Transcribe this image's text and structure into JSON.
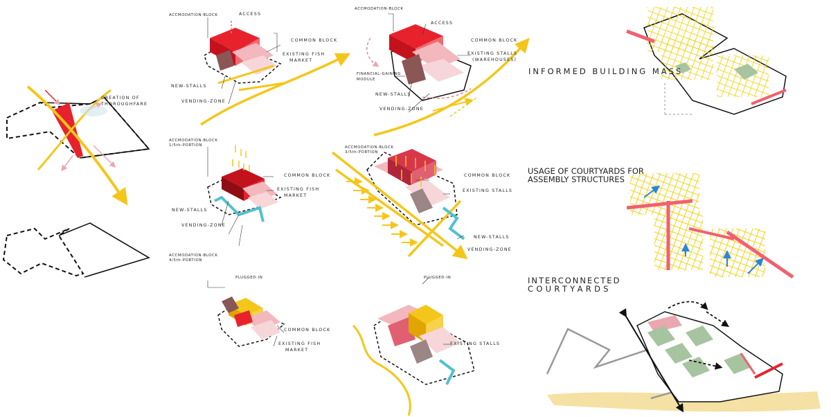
{
  "site": {
    "label_line1": "CREATION OF",
    "label_line2": "THOROUGHFARE"
  },
  "panel_top_left": {
    "accomodation": "ACCMODATION-BLOCK",
    "access": "ACCESS",
    "common": "COMMON BLOCK",
    "fish_line1": "EXISTING FISH",
    "fish_line2": "MARKET",
    "stalls": "NEW-STALLS",
    "vending": "VENDING-ZONE"
  },
  "panel_top_right": {
    "accomodation": "ACCMODATION-BLOCK",
    "access": "ACCESS",
    "common": "COMMON BLOCK",
    "stalls_line1": "EXISTING STALLS",
    "stalls_line2": "(WAREHOUSES)",
    "financial_line1": "FINANCIAL-GAINING",
    "financial_line2": "MODULE",
    "new_stalls": "NEW-STALLS",
    "vending": "VENDING-ZONE"
  },
  "panel_mid_left": {
    "accomodation": "ACCMODATION-BLOCK",
    "portion": "1/5th-PORTION",
    "common": "COMMON BLOCK",
    "fish_line1": "EXISTING FISH",
    "fish_line2": "MARKET",
    "stalls": "NEW-STALLS",
    "vending": "VENDING-ZONE"
  },
  "panel_mid_right": {
    "accomodation": "ACCMODATION-BLOCK",
    "portion": "3/5th-PORTION",
    "common": "COMMON BLOCK",
    "stalls": "EXISTING STALLS",
    "new_stalls": "NEW-STALLS",
    "vending": "VENDING-ZONE"
  },
  "panel_bot_left": {
    "accomodation": "ACCMODATION-BLOCK",
    "portion": "4/5th-PORTION",
    "plugged": "PLUGGED-IN",
    "common": "COMMON BLOCK",
    "fish_line1": "EXISTING FISH",
    "fish_line2": "MARKET"
  },
  "panel_bot_right": {
    "plugged": "PLUGGED-IN",
    "stalls": "EXISTING STALLS"
  },
  "headings": {
    "informed": "INFORMED BUILDING MASS",
    "usage_line1": "USAGE OF COURTYARDS FOR",
    "usage_line2": "ASSEMBLY STRUCTURES",
    "inter_line1": "INTERCONNECTED",
    "inter_line2": "COURTYARDS"
  },
  "colors": {
    "accent_yellow": "#f5c61a",
    "accent_red": "#e8222d",
    "pink": "#eaa7b0",
    "blue": "#52c0cf",
    "sand": "#f5e1a4",
    "green": "#a7c4a0"
  }
}
